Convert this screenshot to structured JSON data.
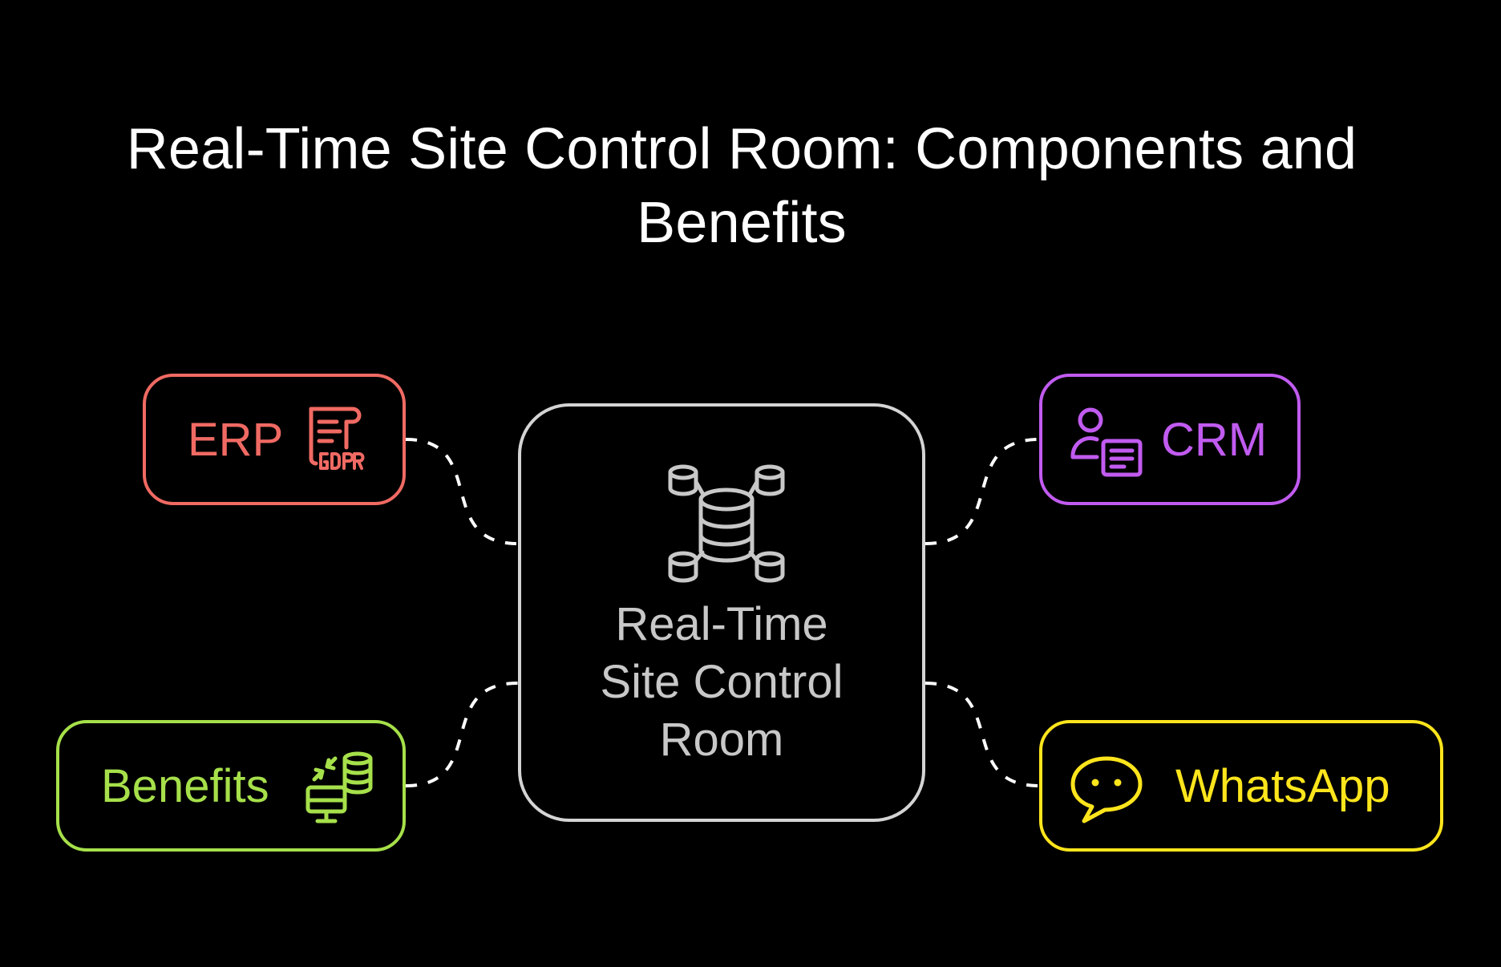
{
  "title": "Real-Time Site Control Room: Components and Benefits",
  "center": {
    "line1": "Real-Time",
    "line2": "Site Control",
    "line3": "Room",
    "icon": "database-network-icon",
    "color": "#d4d4d4"
  },
  "nodes": {
    "erp": {
      "label": "ERP",
      "icon": "gdpr-document-icon",
      "color": "#f06a63"
    },
    "crm": {
      "label": "CRM",
      "icon": "user-record-icon",
      "color": "#c15bf0"
    },
    "benefits": {
      "label": "Benefits",
      "icon": "data-transfer-icon",
      "color": "#a6e04a"
    },
    "whatsapp": {
      "label": "WhatsApp",
      "icon": "chat-bubble-icon",
      "color": "#ffe51c"
    }
  },
  "connector_color": "#ffffff"
}
